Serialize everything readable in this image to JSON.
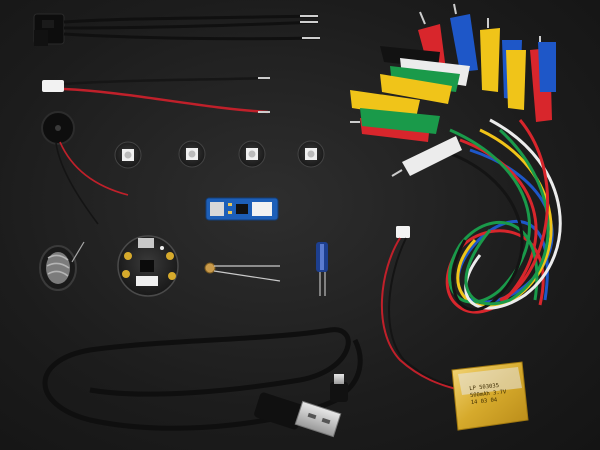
{
  "scene": {
    "subject": "electronics kit components on dark background",
    "background_color": "#1c1c1c"
  },
  "battery": {
    "label_lines": [
      "LP 503035",
      "500mAh 3.7V",
      "14 03 04"
    ]
  },
  "colors": {
    "wire_red": "#c0202a",
    "wire_black": "#141414",
    "clip_red": "#d8262c",
    "clip_yellow": "#f0c419",
    "clip_green": "#1a9a4a",
    "clip_blue": "#1e57c8",
    "clip_white": "#ececec",
    "pcb_black": "#202020",
    "pcb_blue": "#1d5fb8",
    "battery_gold": "#d9b23a"
  }
}
